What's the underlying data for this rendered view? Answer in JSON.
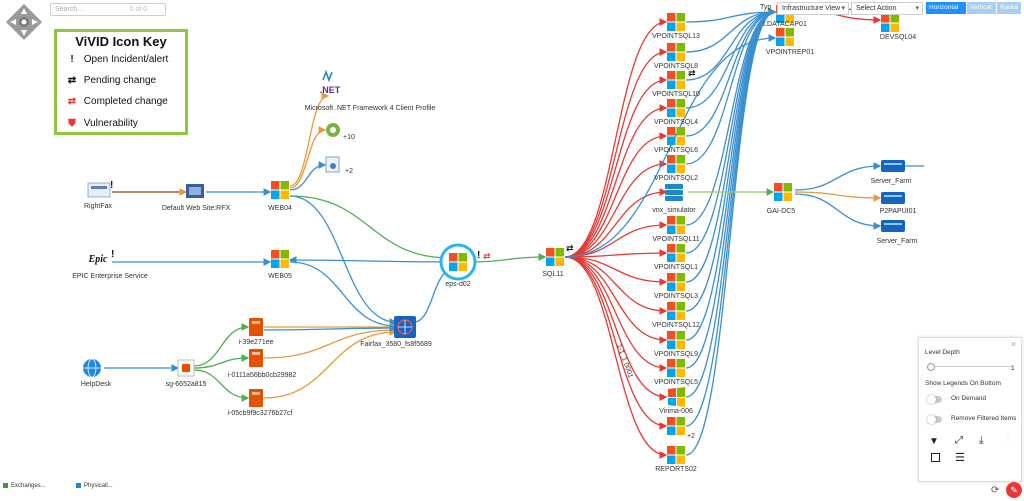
{
  "toolbar": {
    "search_placeholder": "Search...",
    "search_count": "0 of 0",
    "type_label": "Typ",
    "view_select": "Infrastructure View",
    "action_select": "Select Action",
    "orient_horizontal": "Horizontal",
    "orient_vertical": "Vertical",
    "orient_radial": "Radial"
  },
  "icon_key": {
    "title": "ViVID Icon Key",
    "items": [
      {
        "icon": "exclamation-icon",
        "label": "Open Incident/alert"
      },
      {
        "icon": "shuffle-black-icon",
        "label": "Pending change"
      },
      {
        "icon": "shuffle-red-icon",
        "label": "Completed change"
      },
      {
        "icon": "shield-red-icon",
        "label": "Vulnerability"
      }
    ]
  },
  "nodes": {
    "rightfax": "RightFax",
    "default_web_site": "Default Web Site:RFX",
    "web04": "WEB04",
    "net_framework": "Microsoft .NET Framework 4 Client Profile",
    "net_logo": ".NET",
    "plus10": "+10",
    "plus2_top": "+2",
    "epic_logo": "Epic",
    "epic_service": "EPIC Enterprise Service",
    "web05": "WEB05",
    "eps_d02": "eps-d02",
    "sql11": "SQL11",
    "fairfax": "Fairfax_3580_fs8f5689",
    "i_39e": "i-39e271ee",
    "i_0111": "i-0111a56bb0cb29982",
    "i_05cb": "i-05cb9f9c3276b27cf",
    "sg": "sg-6652a815",
    "helpdesk": "HelpDesk",
    "vpointsql13": "VPOINTSQL13",
    "vpointsql8": "VPOINTSQL8",
    "vpointsql10": "VPOINTSQL10",
    "vpointsql4": "VPOINTSQL4",
    "vpointsql6": "VPOINTSQL6",
    "vpointsql2": "VPOINTSQL2",
    "vnx_simulator": "vnx_simulator",
    "vpointsql11": "VPOINTSQL11",
    "vpointsql1": "VPOINTSQL1",
    "vpointsql3": "VPOINTSQL3",
    "vpointsql12": "VPOINTSQL12",
    "vpointsql9": "VPOINTSQL9",
    "vpointsql5": "VPOINTSQL5",
    "virima006": "Virima-006",
    "plus2_bottom": "+2",
    "reports02": "REPORTS02",
    "ldatacap01": "LDATACAP01",
    "vpointrep01": "VPOINTREP01",
    "devsql04": "DEVSQL04",
    "gai_dc5": "GAI-DC5",
    "server_farm_top": "Server_Farm",
    "p2papui01": "P2PAPUI01",
    "server_farm_bottom": "Server_Farm",
    "edge_label": "1-1 ,1 0001"
  },
  "panel": {
    "level_depth": "Level Depth",
    "level_max": "1",
    "show_legends": "Show Legends On Bottom",
    "on_demand": "On Demand",
    "remove_filtered": "Remove Filtered Items"
  },
  "legend": [
    {
      "label": "Exchanges...",
      "color": "#3c9a3c"
    },
    {
      "label": "Physicall...",
      "color": "#1e88c8"
    }
  ],
  "colors": {
    "red_edge": "#e53935",
    "blue_edge": "#3a8fd0",
    "green_edge": "#4caf50",
    "orange_edge": "#e89a3c",
    "accent_button": "#1e90ff",
    "key_border": "#8dc63f"
  }
}
